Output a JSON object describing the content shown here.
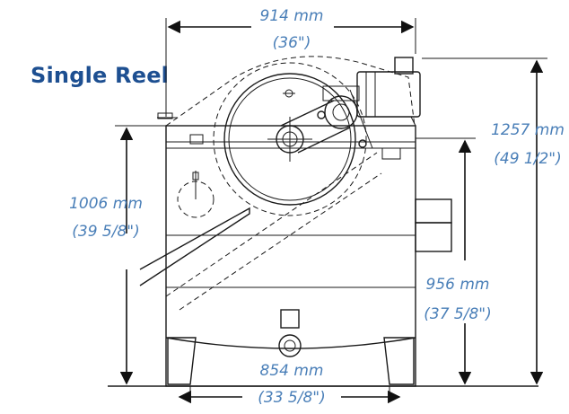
{
  "title": "Single Reel",
  "colors": {
    "title": "#1d4f91",
    "dimension_text": "#4a7fb8",
    "drawing": "#1a1a1a"
  },
  "dimensions": {
    "top_width": {
      "mm": "914 mm",
      "inch": "(36\")"
    },
    "overall_height": {
      "mm": "1257 mm",
      "inch": "(49 1/2\")"
    },
    "tank_height": {
      "mm": "1006 mm",
      "inch": "(39 5/8\")"
    },
    "side_height": {
      "mm": "956 mm",
      "inch": "(37 5/8\")"
    },
    "base_width": {
      "mm": "854 mm",
      "inch": "(33 5/8\")"
    }
  }
}
